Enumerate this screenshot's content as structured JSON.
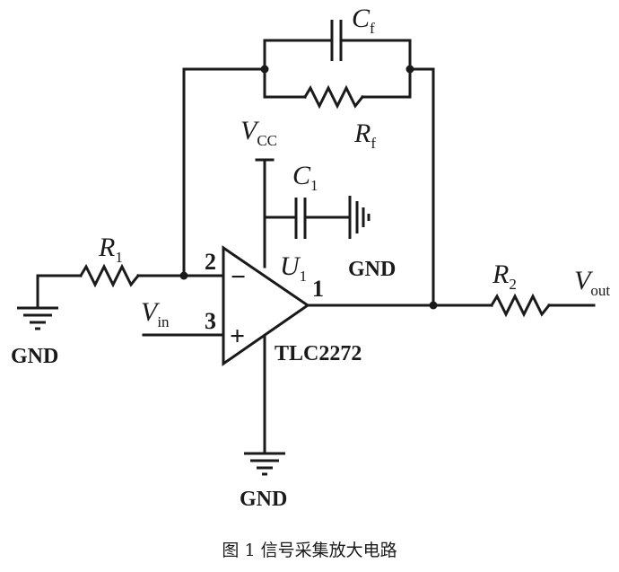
{
  "caption": "图 1 信号采集放大电路",
  "labels": {
    "cf": {
      "main": "C",
      "sub": "f"
    },
    "rf": {
      "main": "R",
      "sub": "f"
    },
    "vcc": {
      "main": "V",
      "sub": "CC"
    },
    "c1": {
      "main": "C",
      "sub": "1"
    },
    "u1": {
      "main": "U",
      "sub": "1"
    },
    "r1": {
      "main": "R",
      "sub": "1"
    },
    "r2": {
      "main": "R",
      "sub": "2"
    },
    "vin": {
      "main": "V",
      "sub": "in"
    },
    "vout": {
      "main": "V",
      "sub": "out"
    },
    "gnd": "GND",
    "chip": "TLC2272",
    "pin1": "1",
    "pin2": "2",
    "pin3": "3",
    "minus": "−",
    "plus": "+"
  }
}
